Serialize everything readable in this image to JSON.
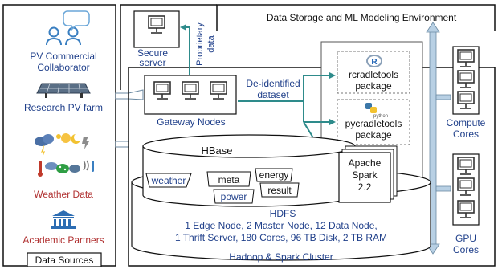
{
  "diagram": {
    "sources_panel": {
      "caption": "Data Sources",
      "items": [
        {
          "lines": [
            "PV Commercial",
            "Collaborator"
          ],
          "icon": "people-icon"
        },
        {
          "lines": [
            "Research PV farm"
          ],
          "icon": "solar-farm-icon"
        },
        {
          "lines": [
            "Weather Data"
          ],
          "icon": "weather-icon"
        },
        {
          "lines": [
            "Academic Partners"
          ],
          "icon": "institution-icon"
        }
      ]
    },
    "environment": {
      "title": "Data Storage and ML Modeling Environment",
      "secure_server": [
        "Secure",
        "server"
      ],
      "proprietary_data": [
        "Proprietary",
        "data"
      ],
      "gateway_nodes": "Gateway Nodes",
      "deidentified": [
        "De-identified",
        "dataset"
      ],
      "packages": [
        {
          "lines": [
            "rcradletools",
            "package"
          ],
          "logo": "r-logo-icon"
        },
        {
          "lines": [
            "pycradletools",
            "package"
          ],
          "logo": "python-logo-icon",
          "logo_text": "python"
        }
      ],
      "spark": [
        "Apache",
        "Spark",
        "2.2"
      ],
      "hbase": {
        "title": "HBase",
        "tables": [
          "weather",
          "meta",
          "energy",
          "power",
          "result"
        ]
      },
      "hdfs": {
        "title": "HDFS",
        "specs": [
          "1 Edge Node, 2 Master Node, 12 Data Node,",
          "1 Thrift Server, 180 Cores, 96 TB Disk, 2 TB RAM"
        ]
      },
      "cluster": "Hadoop & Spark Cluster",
      "compute": [
        "Compute",
        "Cores"
      ],
      "gpu": [
        "GPU",
        "Cores"
      ]
    }
  },
  "colors": {
    "arrow": "#2e8b8b",
    "text_blue": "#1f3f8a",
    "text_red": "#b03030",
    "hub": "#b8d0e4"
  }
}
